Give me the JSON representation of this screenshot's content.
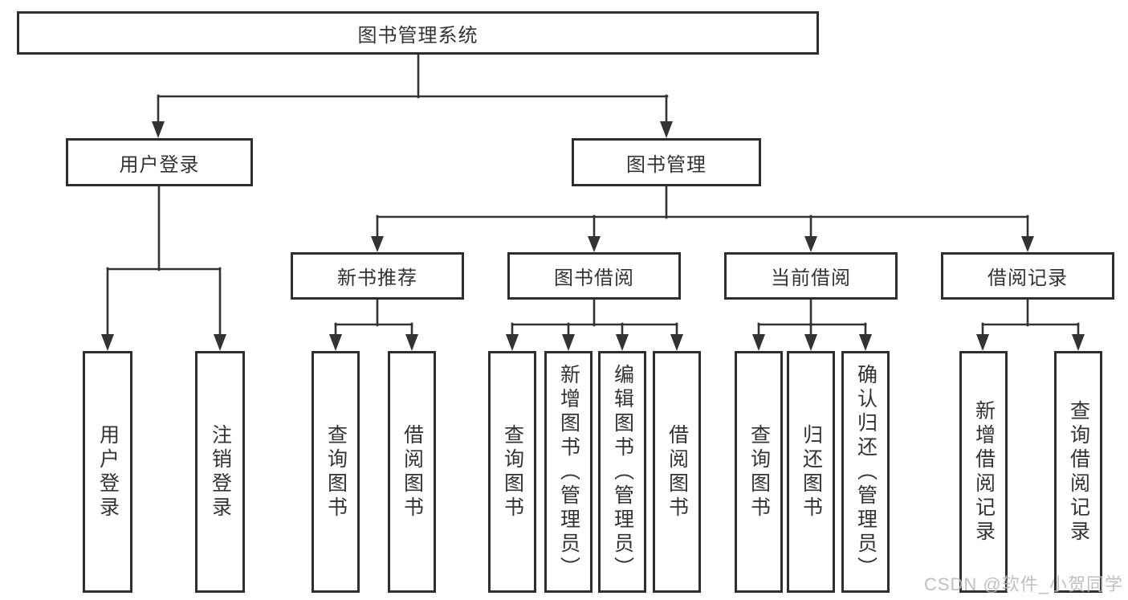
{
  "diagram": {
    "watermark": "CSDN @软件_小贺同学",
    "colors": {
      "background": "#ffffff",
      "box_border": "#2e2e2e",
      "line": "#333333",
      "text": "#333333",
      "watermark": "#b9b9b9"
    },
    "nodes": {
      "root": "图书管理系统",
      "user_login": "用户登录",
      "book_mgmt": "图书管理",
      "new_book_rec": "新书推荐",
      "book_borrow": "图书借阅",
      "current_borrow": "当前借阅",
      "borrow_records": "借阅记录",
      "leaf_login": "用户登录",
      "leaf_logout": "注销登录",
      "rec_query_book": "查询图书",
      "rec_borrow_book": "借阅图书",
      "bor_query_book": "查询图书",
      "bor_add_book": "新增图书（管理员）",
      "bor_edit_book": "编辑图书（管理员）",
      "bor_borrow_book": "借阅图书",
      "cur_query_book": "查询图书",
      "cur_return_book": "归还图书",
      "cur_confirm_return": "确认归还（管理员）",
      "rcd_add_record": "新增借阅记录",
      "rcd_query_record": "查询借阅记录"
    }
  }
}
